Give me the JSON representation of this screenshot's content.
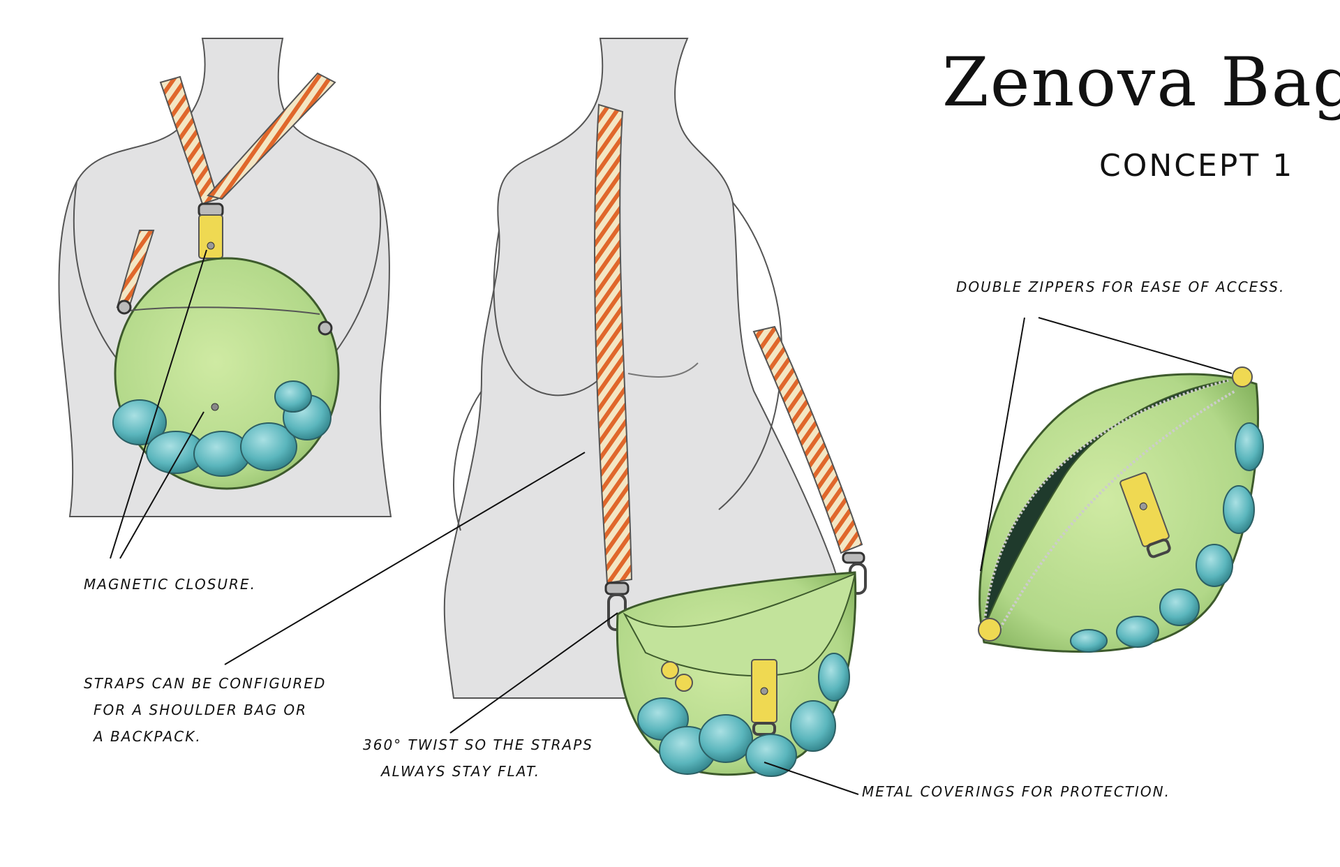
{
  "title": "Zenova Bag",
  "subtitle": "Concept 1",
  "callouts": {
    "double_zippers": "Double zippers for ease of access.",
    "magnetic_closure": "Magnetic closure.",
    "straps_line1": "Straps can be configured",
    "straps_line2": "for a shoulder bag or",
    "straps_line3": "a backpack.",
    "twist_line1": "360° twist so the straps",
    "twist_line2": "always stay flat.",
    "metal_coverings": "Metal coverings for protection."
  },
  "colors": {
    "mannequin": "#e2e2e3",
    "outline": "#555555",
    "bag_green": "#b8dd8e",
    "bag_dark": "#7fb05a",
    "metal_teal": "#5bb6bd",
    "strap_orange": "#e0672b",
    "strap_cream": "#f3e6c4",
    "tab_yellow": "#efd952",
    "interior": "#1f3a2c"
  }
}
